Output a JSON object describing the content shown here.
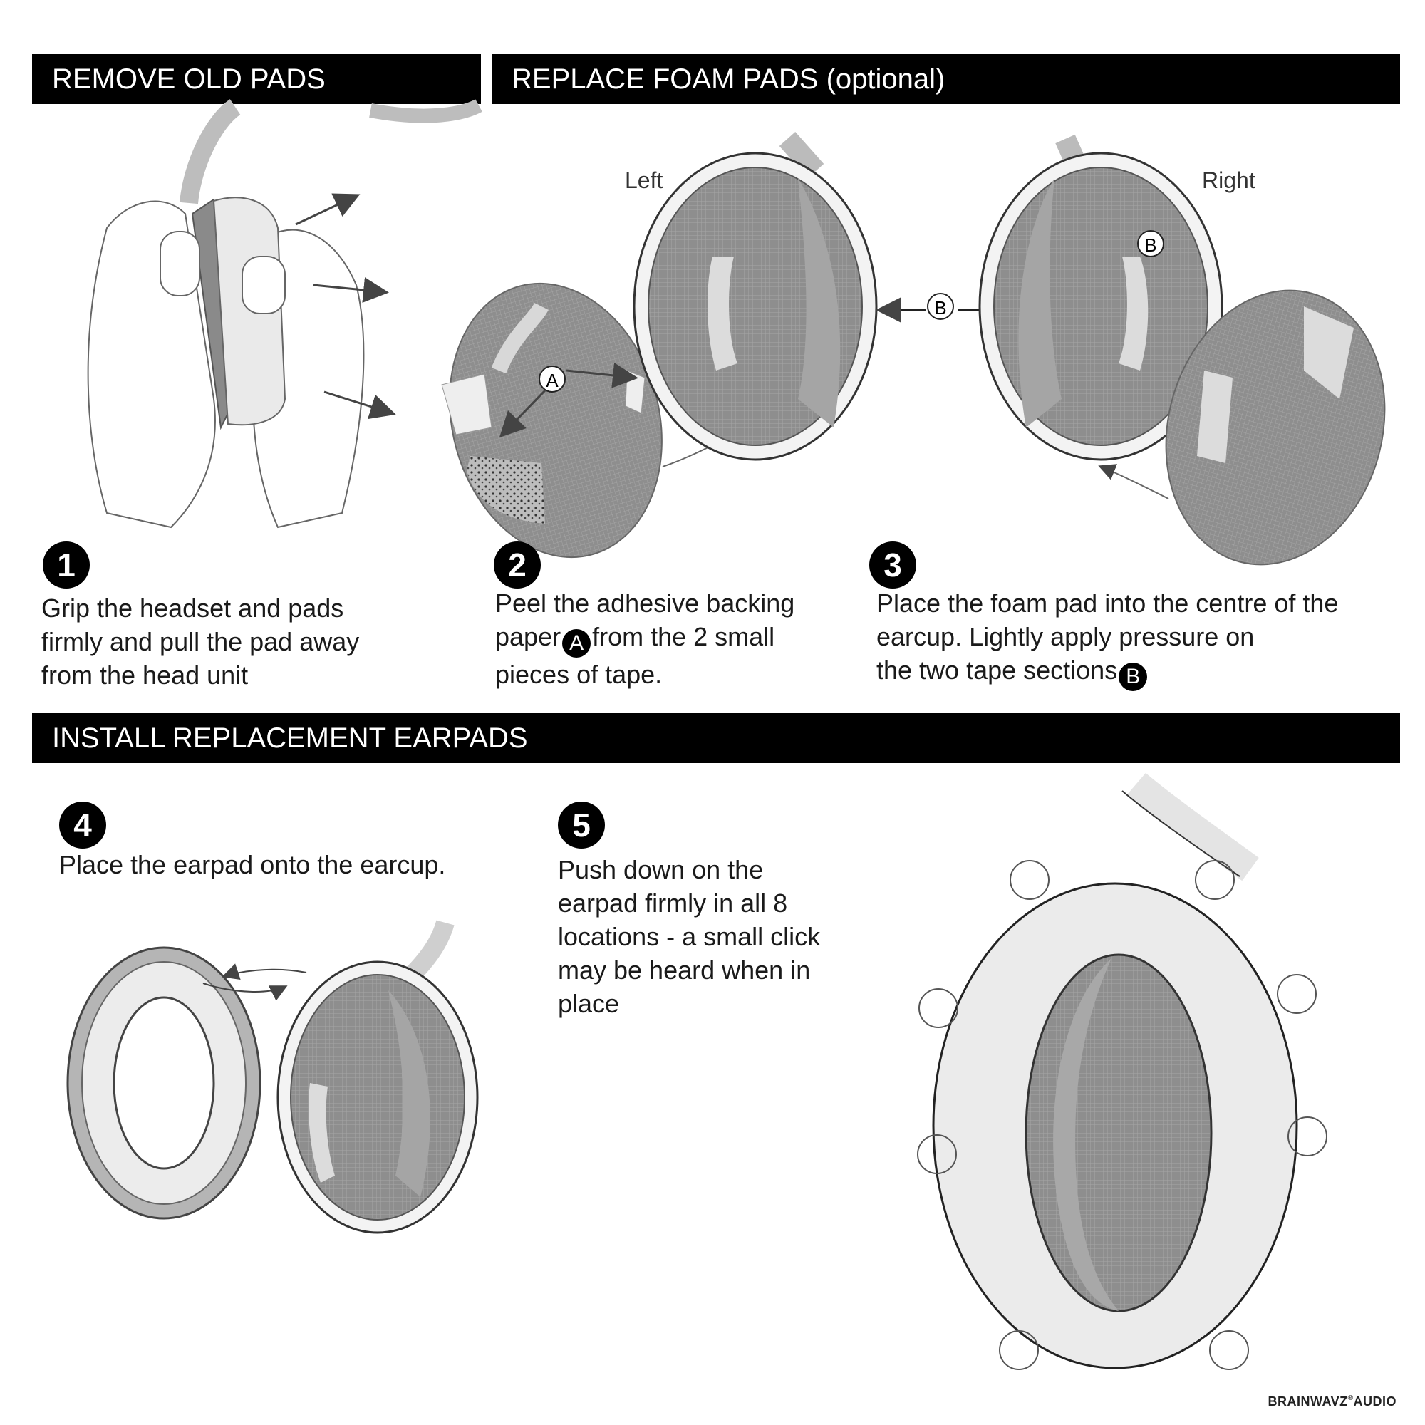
{
  "sections": {
    "remove": "REMOVE OLD PADS",
    "replace": "REPLACE FOAM PADS (optional)",
    "install": "INSTALL REPLACEMENT EARPADS"
  },
  "labels": {
    "left": "Left",
    "right": "Right",
    "callout_a": "A",
    "callout_b": "B"
  },
  "steps": [
    {
      "num": "1",
      "text_lines": [
        "Grip the headset and pads",
        "firmly and pull the pad away",
        "from the head unit"
      ]
    },
    {
      "num": "2",
      "line1": "Peel the adhesive backing",
      "line2_pre": "paper",
      "line2_badge": "A",
      "line2_post": "from the 2 small",
      "line3": "pieces of tape."
    },
    {
      "num": "3",
      "line1": "Place the foam pad into the centre of the",
      "line2": "earcup. Lightly apply pressure on",
      "line3_pre": "the two tape sections",
      "line3_badge": "B"
    },
    {
      "num": "4",
      "text_lines": [
        "Place the earpad onto the earcup."
      ]
    },
    {
      "num": "5",
      "text_lines": [
        "Push down on the",
        "earpad firmly in all 8",
        "locations - a small click",
        "may be heard when in",
        "place"
      ]
    }
  ],
  "brand": {
    "name": "BRAINWAVZ",
    "mark": "®",
    "suffix": "AUDIO"
  },
  "colors": {
    "bar": "#000000",
    "pad_gray": "#8c8c8c",
    "light_gray": "#e4e4e4",
    "mid_gray": "#b0b0b0"
  }
}
